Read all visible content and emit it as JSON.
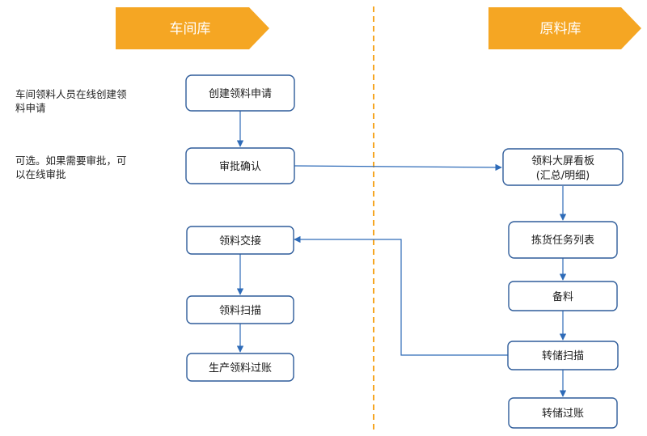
{
  "colors": {
    "lane_header_fill": "#F5A623",
    "node_stroke": "#2E5C9A",
    "edge": "#2E6BB8",
    "divider": "#F5A623"
  },
  "lanes": {
    "left": {
      "label": "车间库"
    },
    "right": {
      "label": "原料库"
    }
  },
  "notes": {
    "note1": {
      "line1": "车间领料人员在线创建领",
      "line2": "料申请"
    },
    "note2": {
      "line1": "可选。如果需要审批，可",
      "line2": "以在线审批"
    }
  },
  "nodes": {
    "create_request": {
      "label": "创建领料申请"
    },
    "approve": {
      "label": "审批确认"
    },
    "handover": {
      "label": "领料交接"
    },
    "scan": {
      "label": "领料扫描"
    },
    "post": {
      "label": "生产领料过账"
    },
    "dashboard": {
      "line1": "领料大屏看板",
      "line2": "(汇总/明细)"
    },
    "picking": {
      "label": "拣货任务列表"
    },
    "prepare": {
      "label": "备料"
    },
    "transfer_scan": {
      "label": "转储扫描"
    },
    "transfer_post": {
      "label": "转储过账"
    }
  }
}
